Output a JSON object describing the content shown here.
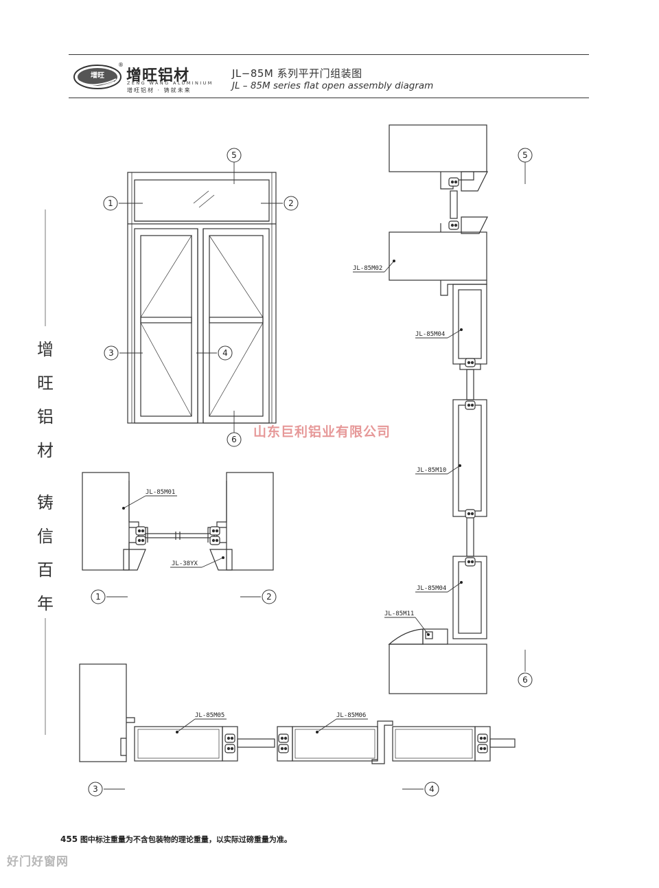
{
  "header": {
    "logo_badge": "增旺",
    "brand_cn": "增旺铝材",
    "brand_en": "ZENG WANG ALUMINIUM",
    "brand_slogan": "增旺铝材 · 铸就未来",
    "title_cn": "JL−85M 系列平开门组装图",
    "title_en": "JL – 85M series flat open assembly diagram"
  },
  "side_text": [
    "增",
    "旺",
    "铝",
    "材",
    "铸",
    "信",
    "百",
    "年"
  ],
  "callouts": [
    "1",
    "2",
    "3",
    "4",
    "5",
    "6"
  ],
  "profiles": {
    "m01": "JL-85M01",
    "yx": "JL-38YX",
    "m02": "JL-85M02",
    "m04": "JL-85M04",
    "m10": "JL-85M10",
    "m11": "JL-85M11",
    "m05": "JL-85M05",
    "m06": "JL-85M06"
  },
  "footer": {
    "page_number": "455",
    "note": "图中标注重量为不含包装物的理论重量，以实际过磅重量为准。"
  },
  "watermarks": {
    "center": "山东巨利铝业有限公司",
    "corner": "好门好窗网"
  },
  "colors": {
    "line": "#333333",
    "watermark_red": "#d24545"
  }
}
